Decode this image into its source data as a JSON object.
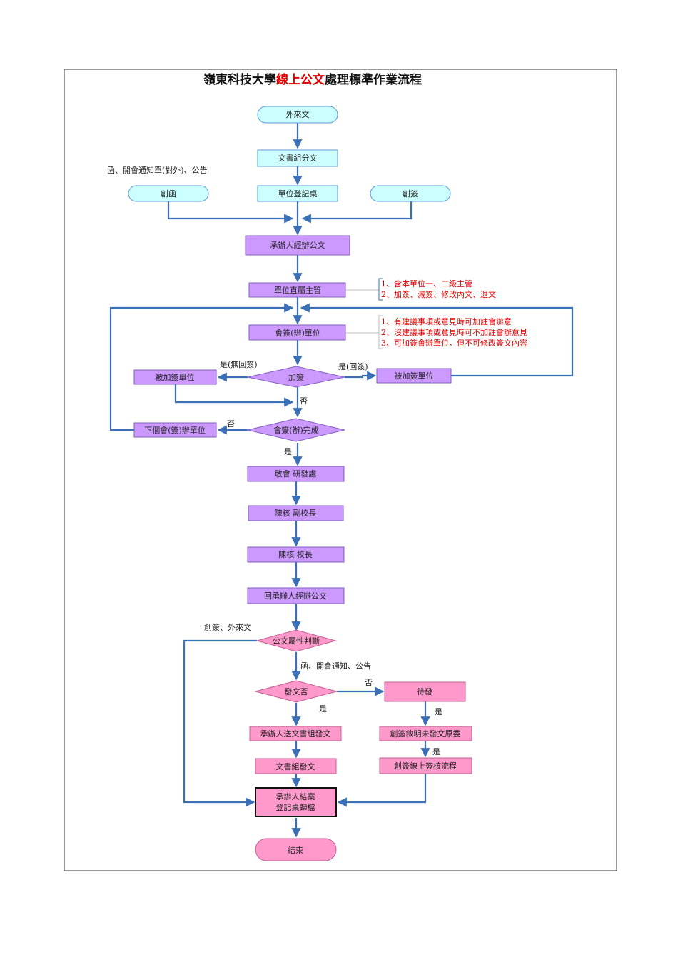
{
  "title": {
    "part1": "嶺東科技大學",
    "part2": "線上公文",
    "part3": "處理標準作業流程"
  },
  "nodes": {
    "incoming": "外來文",
    "docs_dispatch": "文書組分文",
    "unit_register": "單位登記桌",
    "create_letter": "創函",
    "create_sign": "創簽",
    "handler": "承辦人經辦公文",
    "supervisor": "單位直屬主管",
    "cosign_unit": "會簽(辦)單位",
    "add_sign": "加簽",
    "added_unit_left": "被加簽單位",
    "added_unit_right": "被加簽單位",
    "next_cosign_unit": "下個會(簽)辦單位",
    "cosign_done": "會簽(辦)完成",
    "rnd": "敬會 研發處",
    "vice_president": "陳核 副校長",
    "president": "陳核 校長",
    "return_handler": "回承辦人經辦公文",
    "doc_type": "公文屬性判斷",
    "issue": "發文否",
    "pending": "待發",
    "send_docs": "承辦人送文書組發文",
    "explain": "創簽敘明未發文原委",
    "docs_issue": "文書組發文",
    "online_flow": "創簽線上簽核流程",
    "close_line1": "承辦人結案",
    "close_line2": "登記桌歸檔",
    "end": "結束"
  },
  "annotations": {
    "letter_note": "函、開會通知單(對外)、公告",
    "supervisor_notes": [
      "1、含本單位一、二級主管",
      "2、加簽、減簽、修改內文、退文"
    ],
    "cosign_notes": [
      "1、有建議事項或意見時可加註會辦意",
      "2、沒建議事項或意見時可不加註會辦意見",
      "3、可加簽會辦單位，但不可修改簽文內容"
    ]
  },
  "edge_labels": {
    "yes_no_return": "是(無回簽)",
    "yes_return": "是(回簽)",
    "no_add": "否",
    "no_done": "否",
    "yes_done": "是",
    "create_external": "創簽、外來文",
    "letter_types": "函、開會通知、公告",
    "no_issue": "否",
    "yes_issue": "是",
    "yes_pending": "是",
    "yes_explain": "是"
  },
  "colors": {
    "terminal_fill": "#ccffff",
    "process_fill": "#cc99ff",
    "pink_fill": "#ff99cc",
    "arrow": "#3b6fb6",
    "note_red": "#e00000"
  }
}
